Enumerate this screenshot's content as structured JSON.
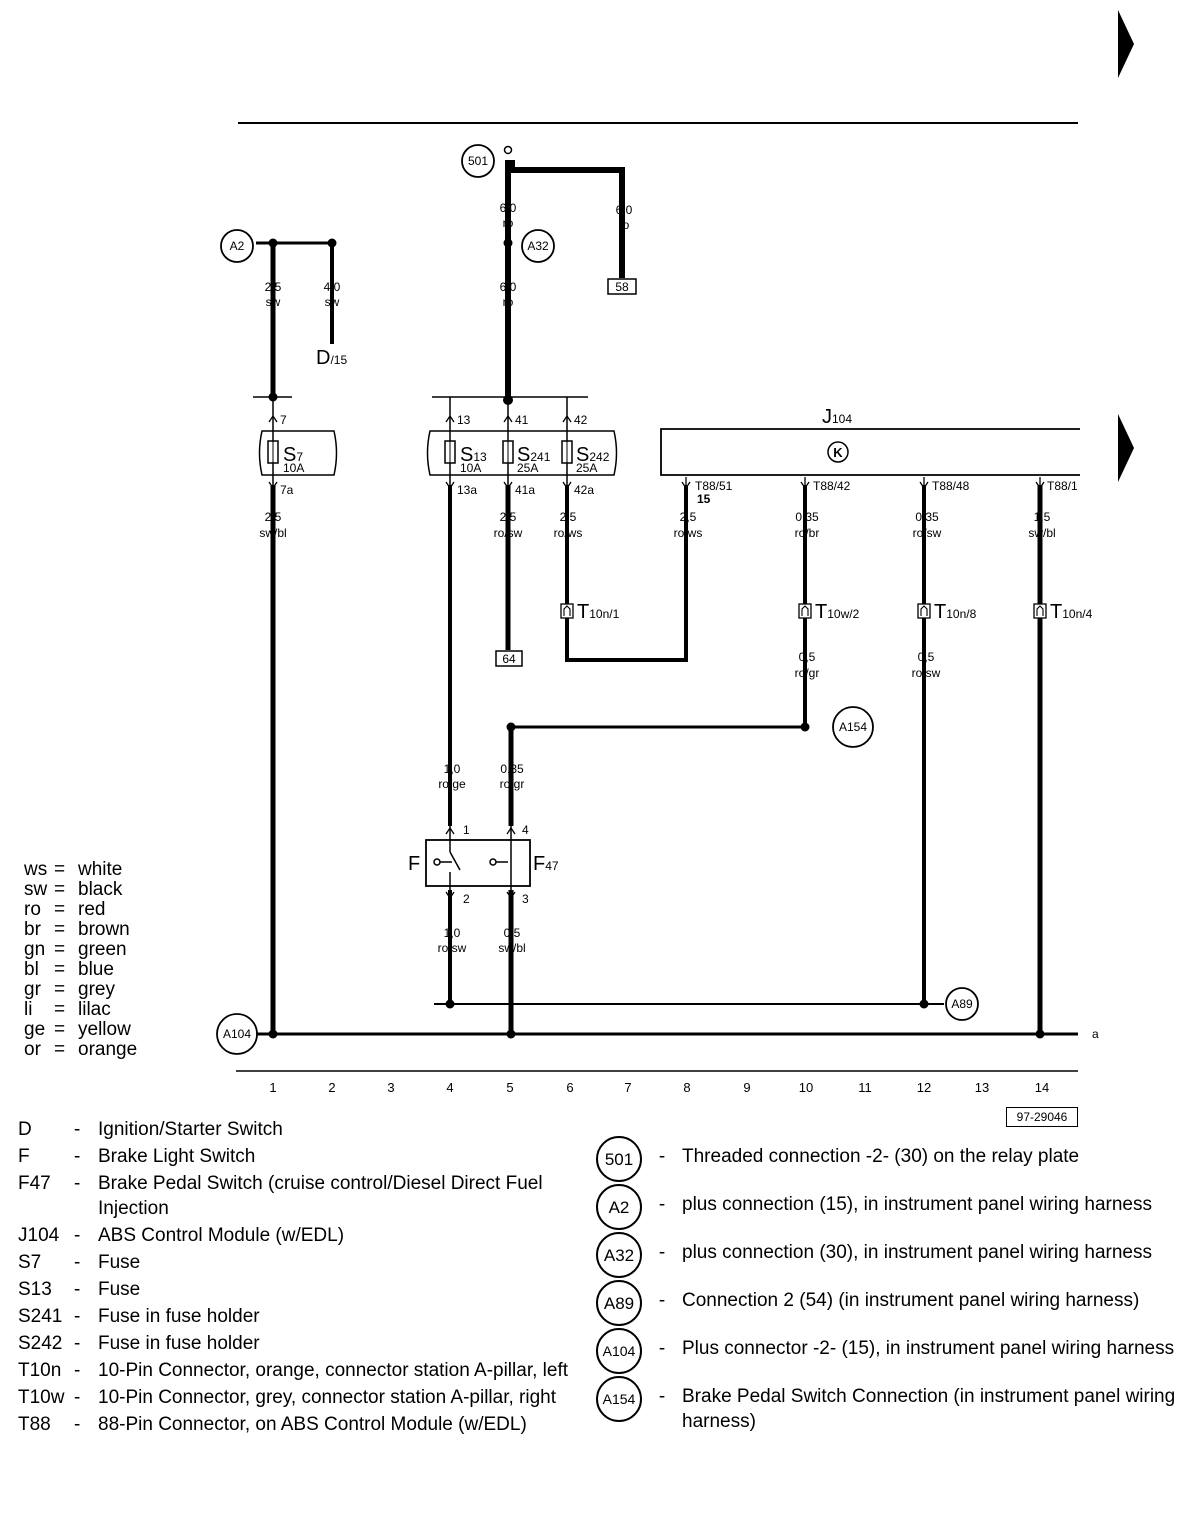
{
  "diagram_number": "97-29046",
  "column_numbers": [
    "1",
    "2",
    "3",
    "4",
    "5",
    "6",
    "7",
    "8",
    "9",
    "10",
    "11",
    "12",
    "13",
    "14"
  ],
  "ground_line_label": "a",
  "color_legend": [
    {
      "code": "ws",
      "color": "white"
    },
    {
      "code": "sw",
      "color": "black"
    },
    {
      "code": "ro",
      "color": "red"
    },
    {
      "code": "br",
      "color": "brown"
    },
    {
      "code": "gn",
      "color": "green"
    },
    {
      "code": "bl",
      "color": "blue"
    },
    {
      "code": "gr",
      "color": "grey"
    },
    {
      "code": "li",
      "color": "lilac"
    },
    {
      "code": "ge",
      "color": "yellow"
    },
    {
      "code": "or",
      "color": "orange"
    }
  ],
  "components": [
    {
      "code": "D",
      "desc": "Ignition/Starter Switch"
    },
    {
      "code": "F",
      "desc": "Brake Light Switch"
    },
    {
      "code": "F47",
      "desc": "Brake Pedal Switch (cruise control/Diesel Direct Fuel Injection"
    },
    {
      "code": "J104",
      "desc": "ABS Control Module (w/EDL)"
    },
    {
      "code": "S7",
      "desc": "Fuse"
    },
    {
      "code": "S13",
      "desc": "Fuse"
    },
    {
      "code": "S241",
      "desc": "Fuse in fuse holder"
    },
    {
      "code": "S242",
      "desc": "Fuse in fuse holder"
    },
    {
      "code": "T10n",
      "desc": "10-Pin Connector, orange, connector station A-pillar, left"
    },
    {
      "code": "T10w",
      "desc": "10-Pin Connector, grey, connector station A-pillar, right"
    },
    {
      "code": "T88",
      "desc": "88-Pin Connector, on ABS Control Module (w/EDL)"
    }
  ],
  "connections": [
    {
      "code": "501",
      "desc": "Threaded connection -2- (30) on the relay plate"
    },
    {
      "code": "A2",
      "desc": "plus connection (15), in instrument panel wiring harness"
    },
    {
      "code": "A32",
      "desc": "plus connection (30), in instrument panel wiring harness"
    },
    {
      "code": "A89",
      "desc": "Connection 2 (54) (in instrument panel wiring harness)"
    },
    {
      "code": "A104",
      "desc": "Plus connector -2- (15), in instrument panel wiring harness"
    },
    {
      "code": "A154",
      "desc": "Brake Pedal Switch Connection (in instrument panel wiring harness)"
    }
  ],
  "diagram": {
    "circles": {
      "c501": "501",
      "a2": "A2",
      "a32": "A32",
      "a154": "A154",
      "a89": "A89",
      "a104": "A104"
    },
    "boxes": {
      "b58": "58",
      "b64": "64"
    },
    "fuses": {
      "s7": {
        "main": "S",
        "sub": "7",
        "rating": "10A",
        "pin_in": "7",
        "pin_out": "7a"
      },
      "s13": {
        "main": "S",
        "sub": "13",
        "rating": "10A",
        "pin_in": "13",
        "pin_out": "13a"
      },
      "s241": {
        "main": "S",
        "sub": "241",
        "rating": "25A",
        "pin_in": "41",
        "pin_out": "41a"
      },
      "s242": {
        "main": "S",
        "sub": "242",
        "rating": "25A",
        "pin_in": "42",
        "pin_out": "42a"
      }
    },
    "ignition": {
      "main": "D",
      "sub": "/15"
    },
    "module": {
      "main": "J",
      "sub": "104",
      "symbol": "K"
    },
    "module_pins": {
      "p1": {
        "pin": "T88/51",
        "sub": "15"
      },
      "p2": {
        "pin": "T88/42"
      },
      "p3": {
        "pin": "T88/48"
      },
      "p4": {
        "pin": "T88/1"
      }
    },
    "connectors": {
      "t1": {
        "main": "T",
        "sub": "10n/1"
      },
      "t2": {
        "main": "T",
        "sub": "10w/2"
      },
      "t3": {
        "main": "T",
        "sub": "10n/8"
      },
      "t4": {
        "main": "T",
        "sub": "10n/4"
      }
    },
    "switches": {
      "f": {
        "label": "F",
        "pin_top": "1",
        "pin_bottom": "2"
      },
      "f47": {
        "main": "F",
        "sub": "47",
        "pin_top": "4",
        "pin_bottom": "3"
      }
    },
    "wires": {
      "w1": {
        "size": "6,0",
        "color": "ro"
      },
      "w2": {
        "size": "6,0",
        "color": "ro"
      },
      "w3": {
        "size": "2,5",
        "color": "sw"
      },
      "w4": {
        "size": "4,0",
        "color": "sw"
      },
      "w5": {
        "size": "6,0",
        "color": "ro"
      },
      "w6": {
        "size": "2,5",
        "color": "sw/bl"
      },
      "w7": {
        "size": "2,5",
        "color": "ro/sw"
      },
      "w8": {
        "size": "2,5",
        "color": "ro/ws"
      },
      "w9": {
        "size": "2,5",
        "color": "ro/ws"
      },
      "w10": {
        "size": "0,35",
        "color": "ro/br"
      },
      "w11": {
        "size": "0,35",
        "color": "ro/sw"
      },
      "w12": {
        "size": "1,5",
        "color": "sw/bl"
      },
      "w13": {
        "size": "0,5",
        "color": "ro/gr"
      },
      "w14": {
        "size": "0,5",
        "color": "ro/sw"
      },
      "w15": {
        "size": "1,0",
        "color": "ro/ge"
      },
      "w16": {
        "size": "0,35",
        "color": "ro/gr"
      },
      "w17": {
        "size": "1,0",
        "color": "ro/sw"
      },
      "w18": {
        "size": "0,5",
        "color": "sw/bl"
      }
    }
  }
}
